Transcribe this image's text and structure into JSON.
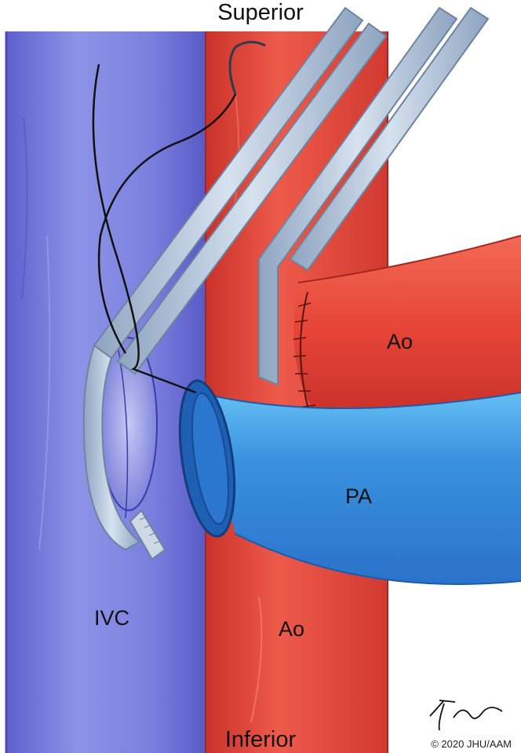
{
  "labels": {
    "top": "Superior",
    "bottom": "Inferior",
    "aorta_upper": "Ao",
    "pulmonary_artery": "PA",
    "ivc": "IVC",
    "aorta_lower": "Ao"
  },
  "copyright": "© 2020 JHU/AAM",
  "signature_text": "T Phelps",
  "colors": {
    "ivc": "#6e6fd8",
    "ivc_light": "#a9b0ee",
    "aorta": "#e8473c",
    "aorta_dark": "#b52a22",
    "pa": "#2f80d6",
    "pa_light": "#6cc3f2",
    "clamp": "#b8c8dc"
  }
}
